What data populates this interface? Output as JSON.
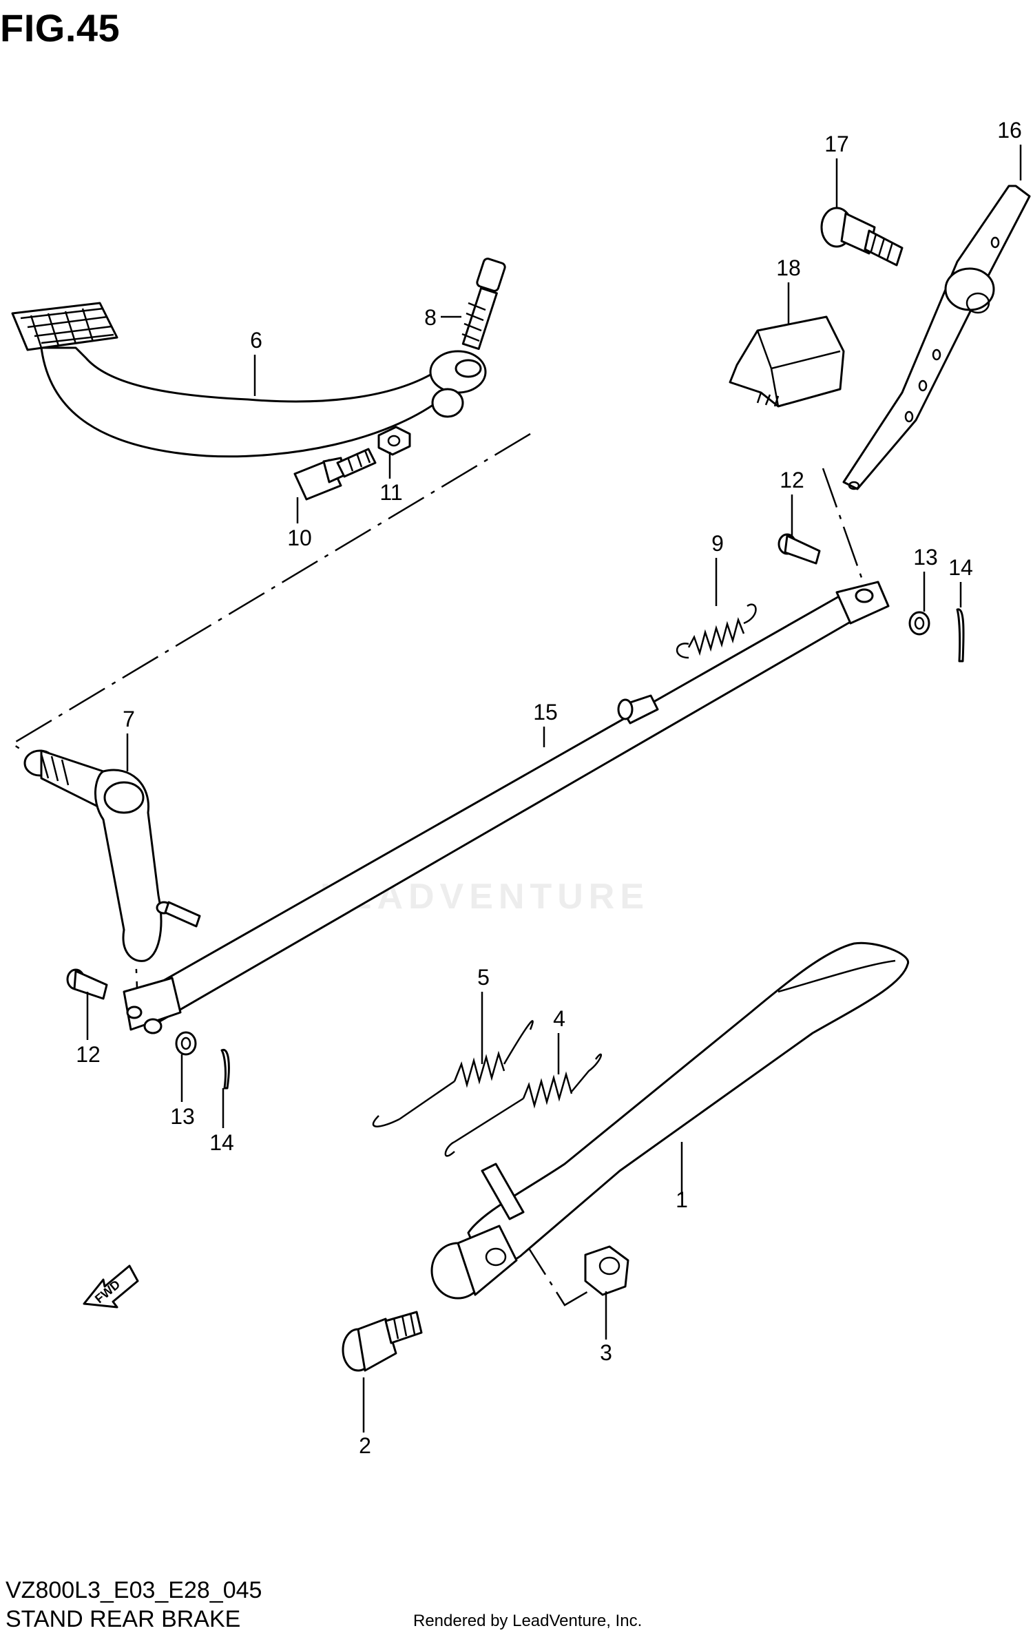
{
  "figure": {
    "title": "FIG.45",
    "code": "VZ800L3_E03_E28_045",
    "name": "STAND REAR BRAKE",
    "rendered_by": "Rendered by LeadVenture, Inc.",
    "watermark": "LEADVENTURE",
    "fwd_label": "FWD"
  },
  "callouts": [
    {
      "id": "c1",
      "label": "1"
    },
    {
      "id": "c2",
      "label": "2"
    },
    {
      "id": "c3",
      "label": "3"
    },
    {
      "id": "c4",
      "label": "4"
    },
    {
      "id": "c5",
      "label": "5"
    },
    {
      "id": "c6",
      "label": "6"
    },
    {
      "id": "c7",
      "label": "7"
    },
    {
      "id": "c8",
      "label": "8"
    },
    {
      "id": "c9",
      "label": "9"
    },
    {
      "id": "c10",
      "label": "10"
    },
    {
      "id": "c11",
      "label": "11"
    },
    {
      "id": "c12a",
      "label": "12"
    },
    {
      "id": "c12b",
      "label": "12"
    },
    {
      "id": "c13a",
      "label": "13"
    },
    {
      "id": "c13b",
      "label": "13"
    },
    {
      "id": "c14a",
      "label": "14"
    },
    {
      "id": "c14b",
      "label": "14"
    },
    {
      "id": "c15",
      "label": "15"
    },
    {
      "id": "c16",
      "label": "16"
    },
    {
      "id": "c17",
      "label": "17"
    },
    {
      "id": "c18",
      "label": "18"
    }
  ]
}
